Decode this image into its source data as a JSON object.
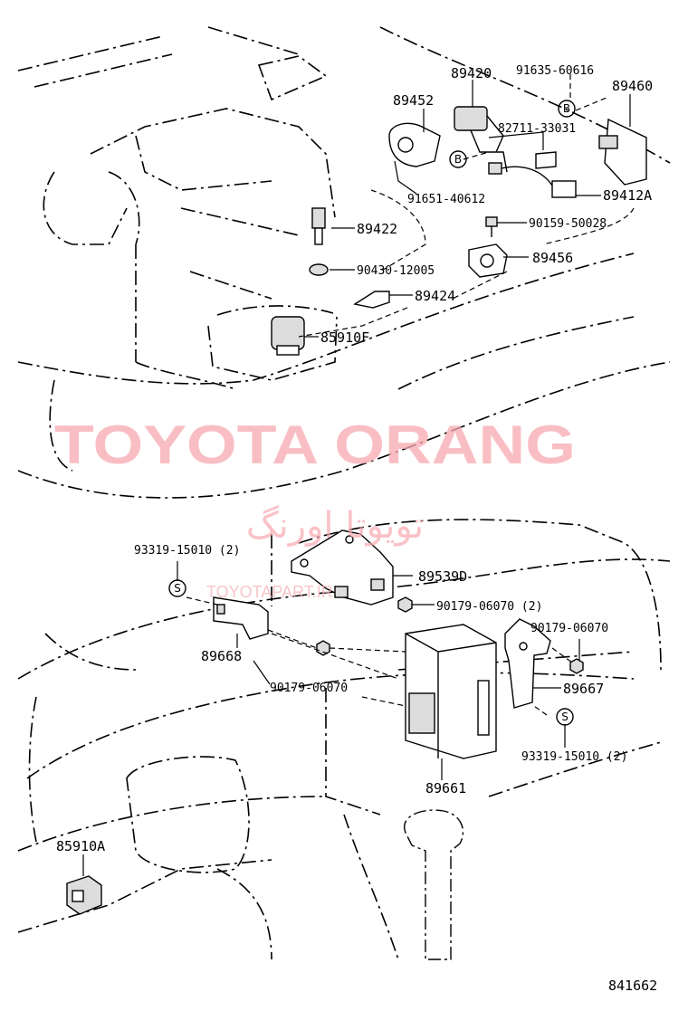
{
  "diagram_id": "841662",
  "watermark": {
    "brand": "TOYOTA ORANG",
    "persian": "تویوتا اورنگ",
    "site": "TOYOTAPART.IR"
  },
  "labels": {
    "p89420": "89420",
    "p91635": "91635-60616",
    "p89460": "89460",
    "p89452": "89452",
    "p82711": "82711-33031",
    "p91651": "91651-40612",
    "p89412A": "89412A",
    "p89422": "89422",
    "p90159": "90159-50028",
    "p89456": "89456",
    "p90430": "90430-12005",
    "p89424": "89424",
    "p85910F": "85910F",
    "p93319a": "93319-15010 (2)",
    "p89539D": "89539D",
    "p90179a": "90179-06070 (2)",
    "p90179b": "90179-06070",
    "p89668": "89668",
    "p90179c": "90179-06070",
    "p89667": "89667",
    "p93319b": "93319-15010 (2)",
    "p89661": "89661",
    "p85910A": "85910A",
    "mark_b1": "B",
    "mark_b2": "B",
    "mark_s1": "S",
    "mark_s2": "S"
  }
}
